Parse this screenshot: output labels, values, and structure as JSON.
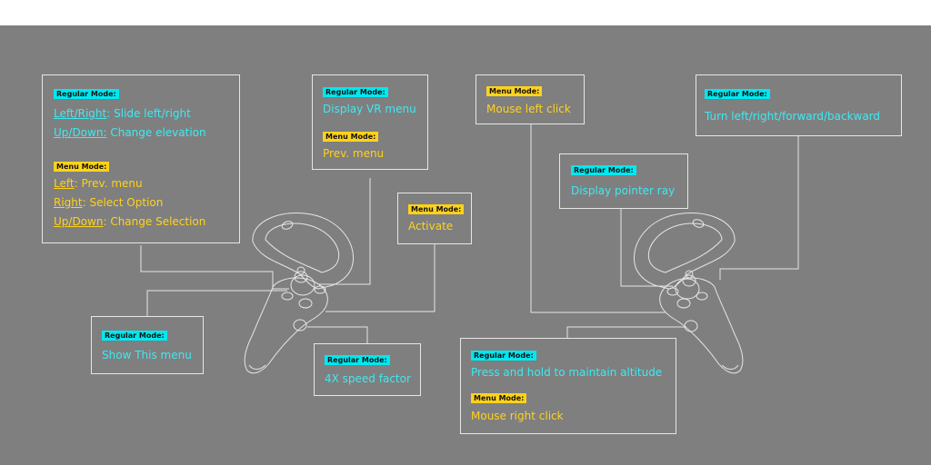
{
  "labels": {
    "regular": "Regular Mode:",
    "menu": "Menu Mode:"
  },
  "colors": {
    "background": "#7f7f7f",
    "regular_accent": "#00e8f0",
    "menu_accent": "#ffd21c",
    "line": "#e6e6e6"
  },
  "left_stick": {
    "reg_1_key": "Left/Right",
    "reg_1_sep": ": ",
    "reg_1_text": "Slide left/right",
    "reg_2_key": "Up/Down:",
    "reg_2_sep": " ",
    "reg_2_text": "Change elevation",
    "menu_1_key": "Left",
    "menu_1_sep": ": ",
    "menu_1_text": "Prev. menu",
    "menu_2_key": "Right",
    "menu_2_sep": ": ",
    "menu_2_text": "Select Option",
    "menu_3_key": "Up/Down",
    "menu_3_sep": ": ",
    "menu_3_text": "Change Selection"
  },
  "left_menu_button": {
    "regular": "Display VR menu",
    "menu": "Prev. menu"
  },
  "left_trigger": {
    "menu": "Activate"
  },
  "left_y_button": {
    "regular": "Show This menu"
  },
  "left_grip": {
    "regular": "4X speed factor"
  },
  "right_a_button": {
    "menu": "Mouse left click"
  },
  "right_stick": {
    "regular": "Turn left/right/forward/backward"
  },
  "right_trigger": {
    "regular": "Display pointer ray"
  },
  "right_grip": {
    "regular": "Press and hold to maintain altitude",
    "menu": "Mouse right click"
  }
}
